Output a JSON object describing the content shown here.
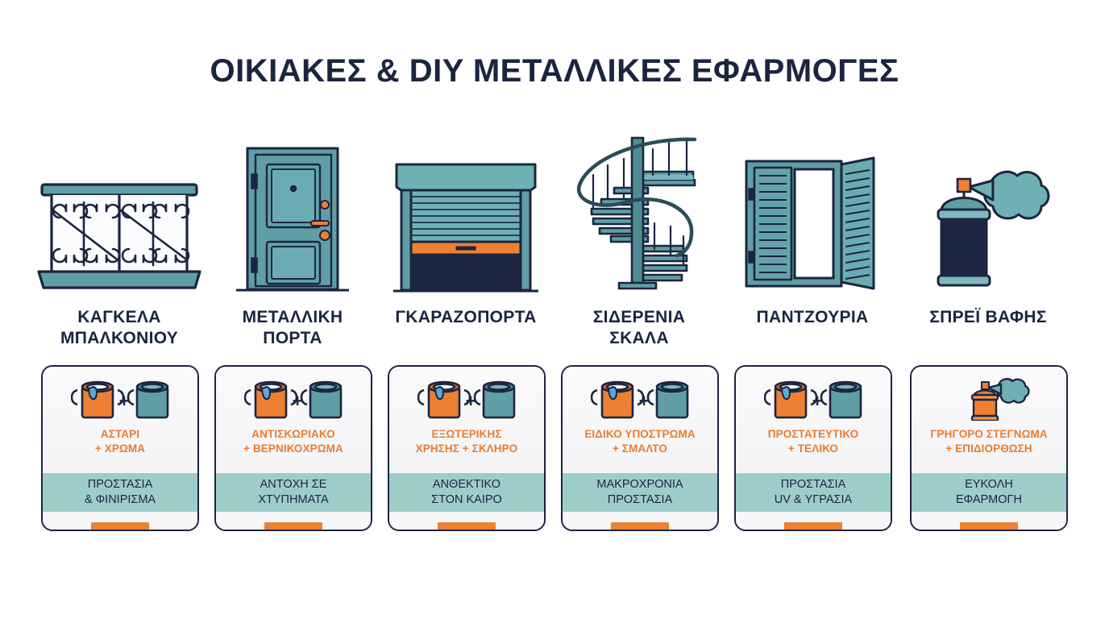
{
  "header": {
    "title": "ΟΙΚΙΑΚΕΣ & DIY ΜΕΤΑΛΛΙΚΕΣ ΕΦΑΡΜΟΓΕΣ"
  },
  "palette": {
    "navy": "#1b2540",
    "teal": "#5f9ea4",
    "teal_light": "#9ecdc9",
    "orange": "#ee8033",
    "orange_text": "#ea7b2e",
    "background": "#ffffff",
    "card_top": "#f6f6f8"
  },
  "plus_symbol": "+",
  "items": [
    {
      "label": "ΚΑΓΚΕΛΑ\nΜΠΑΛΚΟΝΙΟΥ",
      "label_line1": "ΚΑΓΚΕΛΑ",
      "label_line2": "ΜΠΑΛΚΟΝΙΟΥ",
      "icon": "balcony-railing-icon",
      "card_icon": "two-paint-cans-icon",
      "product_line1": "ΑΣΤΑΡΙ",
      "product_line2": "+ ΧΡΩΜΑ",
      "benefit_line1": "ΠΡΟΣΤΑΣΙΑ",
      "benefit_line2": "& ΦΙΝΙΡΙΣΜΑ"
    },
    {
      "label": "ΜΕΤΑΛΛΙΚΗ\nΠΟΡΤΑ",
      "label_line1": "ΜΕΤΑΛΛΙΚΗ",
      "label_line2": "ΠΟΡΤΑ",
      "icon": "metal-door-icon",
      "card_icon": "two-paint-cans-icon",
      "product_line1": "ΑΝΤΙΣΚΩΡΙΑΚΟ",
      "product_line2": "+ ΒΕΡΝΙΚΟΧΡΩΜΑ",
      "benefit_line1": "ΑΝΤΟΧΗ ΣΕ",
      "benefit_line2": "ΧΤΥΠΗΜΑΤΑ"
    },
    {
      "label": "ΓΚΑΡΑΖΟΠΟΡΤΑ",
      "label_line1": "ΓΚΑΡΑΖΟΠΟΡΤΑ",
      "label_line2": "",
      "icon": "garage-door-icon",
      "card_icon": "two-paint-cans-icon",
      "product_line1": "ΕΞΩΤΕΡΙΚΗΣ",
      "product_line2": "ΧΡΗΣΗΣ + ΣΚΛΗΡΟ",
      "benefit_line1": "ΑΝΘΕΚΤΙΚΟ",
      "benefit_line2": "ΣΤΟΝ ΚΑΙΡΟ"
    },
    {
      "label": "ΣΙΔΕΡΕΝΙΑ\nΣΚΑΛΑ",
      "label_line1": "ΣΙΔΕΡΕΝΙΑ",
      "label_line2": "ΣΚΑΛΑ",
      "icon": "spiral-staircase-icon",
      "card_icon": "two-paint-cans-icon",
      "product_line1": "ΕΙΔΙΚΟ ΥΠΟΣΤΡΩΜΑ",
      "product_line2": "+ ΣΜΑΛΤΟ",
      "benefit_line1": "ΜΑΚΡΟΧΡΟΝΙΑ",
      "benefit_line2": "ΠΡΟΣΤΑΣΙΑ"
    },
    {
      "label": "ΠΑΝΤΖΟΥΡΙΑ",
      "label_line1": "ΠΑΝΤΖΟΥΡΙΑ",
      "label_line2": "",
      "icon": "window-shutters-icon",
      "card_icon": "two-paint-cans-icon",
      "product_line1": "ΠΡΟΣΤΑΤΕΥΤΙΚΟ",
      "product_line2": "+ ΤΕΛΙΚΟ",
      "benefit_line1": "ΠΡΟΣΤΑΣΙΑ",
      "benefit_line2": "UV & ΥΓΡΑΣΙΑ"
    },
    {
      "label": "ΣΠΡΕΪ ΒΑΦΗΣ",
      "label_line1": "ΣΠΡΕΪ ΒΑΦΗΣ",
      "label_line2": "",
      "icon": "spray-can-icon",
      "card_icon": "spray-can-small-icon",
      "product_line1": "ΓΡΗΓΟΡΟ ΣΤΕΓΝΩΜΑ",
      "product_line2": "+ ΕΠΙΔΙΟΡΘΩΣΗ",
      "benefit_line1": "ΕΥΚΟΛΗ",
      "benefit_line2": "ΕΦΑΡΜΟΓΗ"
    }
  ]
}
